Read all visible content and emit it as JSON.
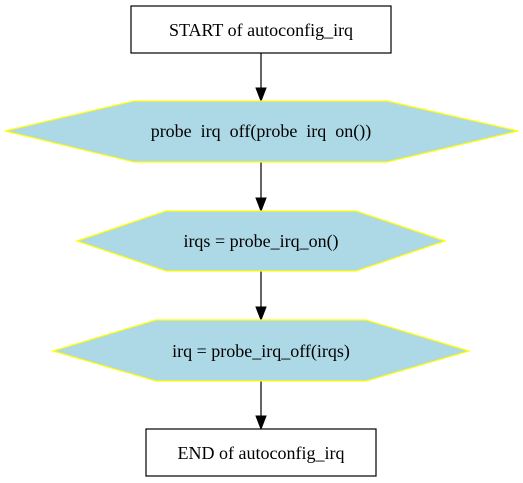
{
  "diagram": {
    "colors": {
      "box_fill": "#ffffff",
      "box_stroke": "#000000",
      "hex_fill": "#add8e6",
      "hex_stroke": "#ffff00",
      "edge": "#000000"
    },
    "nodes": [
      {
        "id": "start",
        "shape": "box",
        "label": "START of autoconfig_irq"
      },
      {
        "id": "probe-irq-off-on",
        "shape": "hexagon",
        "label": "probe  irq  off(probe  irq  on())"
      },
      {
        "id": "irqs-assign",
        "shape": "hexagon",
        "label": "irqs = probe_irq_on()"
      },
      {
        "id": "irq-assign",
        "shape": "hexagon",
        "label": "irq = probe_irq_off(irqs)"
      },
      {
        "id": "end",
        "shape": "box",
        "label": "END of autoconfig_irq"
      }
    ],
    "edges": [
      {
        "from": "start",
        "to": "probe-irq-off-on"
      },
      {
        "from": "probe-irq-off-on",
        "to": "irqs-assign"
      },
      {
        "from": "irqs-assign",
        "to": "irq-assign"
      },
      {
        "from": "irq-assign",
        "to": "end"
      }
    ]
  }
}
